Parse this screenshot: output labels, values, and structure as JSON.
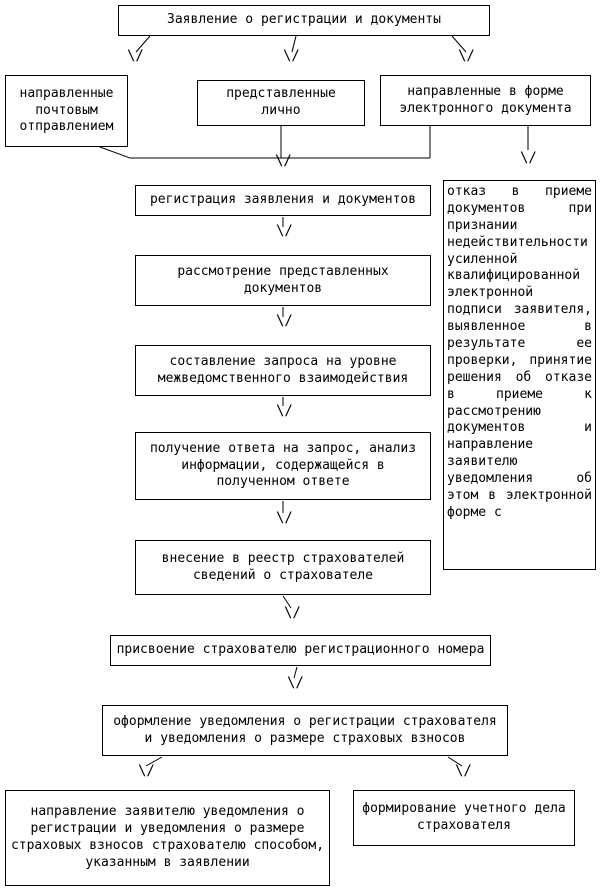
{
  "diagram": {
    "arrow": "\\/",
    "nodes": {
      "application": "Заявление о регистрации и документы",
      "mail": "направленные почтовым отправлением",
      "in_person": "представленные лично",
      "electronic": "направленные в форме электронного документа",
      "registration": "регистрация заявления и документов",
      "review": "рассмотрение представленных документов",
      "interagency_request": "составление запроса на уровне межведомственного взаимодействия",
      "response_analysis": "получение ответа на запрос, анализ информации, содержащейся в полученном ответе",
      "register_entry": "внесение в реестр страхователей сведений о страхователе",
      "number_assignment": "присвоение страхователю регистрационного номера",
      "notification_issue": "оформление уведомления о регистрации страхователя и уведомления о размере страховых взносов",
      "notification_send": "направление заявителю уведомления о регистрации и уведомления о размере страховых взносов страхователю способом, указанным в заявлении",
      "case_file": "формирование учетного дела страхователя",
      "refusal": "отказ в приеме документов при признании недействительности усиленной квалифицированной электронной подписи заявителя, выявленное в результате ее проверки, принятие решения об отказе в приеме к рассмотрению документов и направление заявителю уведомления об этом в электронной форме с"
    }
  }
}
